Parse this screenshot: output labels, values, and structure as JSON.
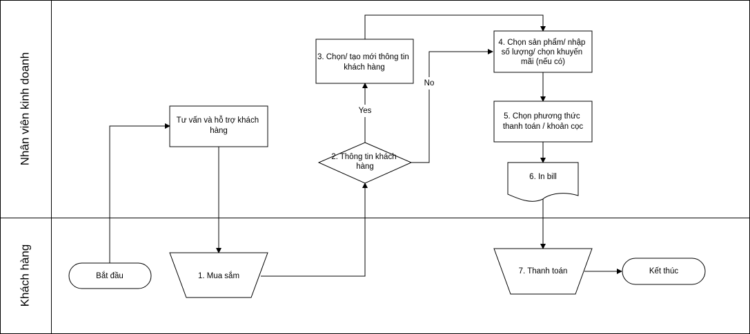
{
  "lanes": [
    {
      "label": "Nhân viên kinh doanh"
    },
    {
      "label": "Khách hàng"
    }
  ],
  "nodes": {
    "start": {
      "label": "Bắt đầu"
    },
    "consult": {
      "lines": [
        "Tư vấn và hỗ trợ khách",
        "hàng"
      ]
    },
    "shop": {
      "label": "1. Mua sắm"
    },
    "decision": {
      "lines": [
        "2. Thông tin khách",
        "hàng"
      ]
    },
    "customer_info": {
      "lines": [
        "3. Chọn/ tạo mới thông tin",
        "khách hàng"
      ]
    },
    "choose_product": {
      "lines": [
        "4. Chọn sản phẩm/ nhập",
        "số lượng/ chọn khuyến",
        "mãi (nếu có)"
      ]
    },
    "payment_method": {
      "lines": [
        "5. Chọn phương thức",
        "thanh toán / khoản cọc"
      ]
    },
    "print_bill": {
      "label": "6. In bill"
    },
    "pay": {
      "label": "7. Thanh toán"
    },
    "end": {
      "label": "Kết thúc"
    }
  },
  "edge_labels": {
    "yes": "Yes",
    "no": "No"
  },
  "colors": {
    "stroke": "#000000",
    "fill": "#ffffff"
  }
}
